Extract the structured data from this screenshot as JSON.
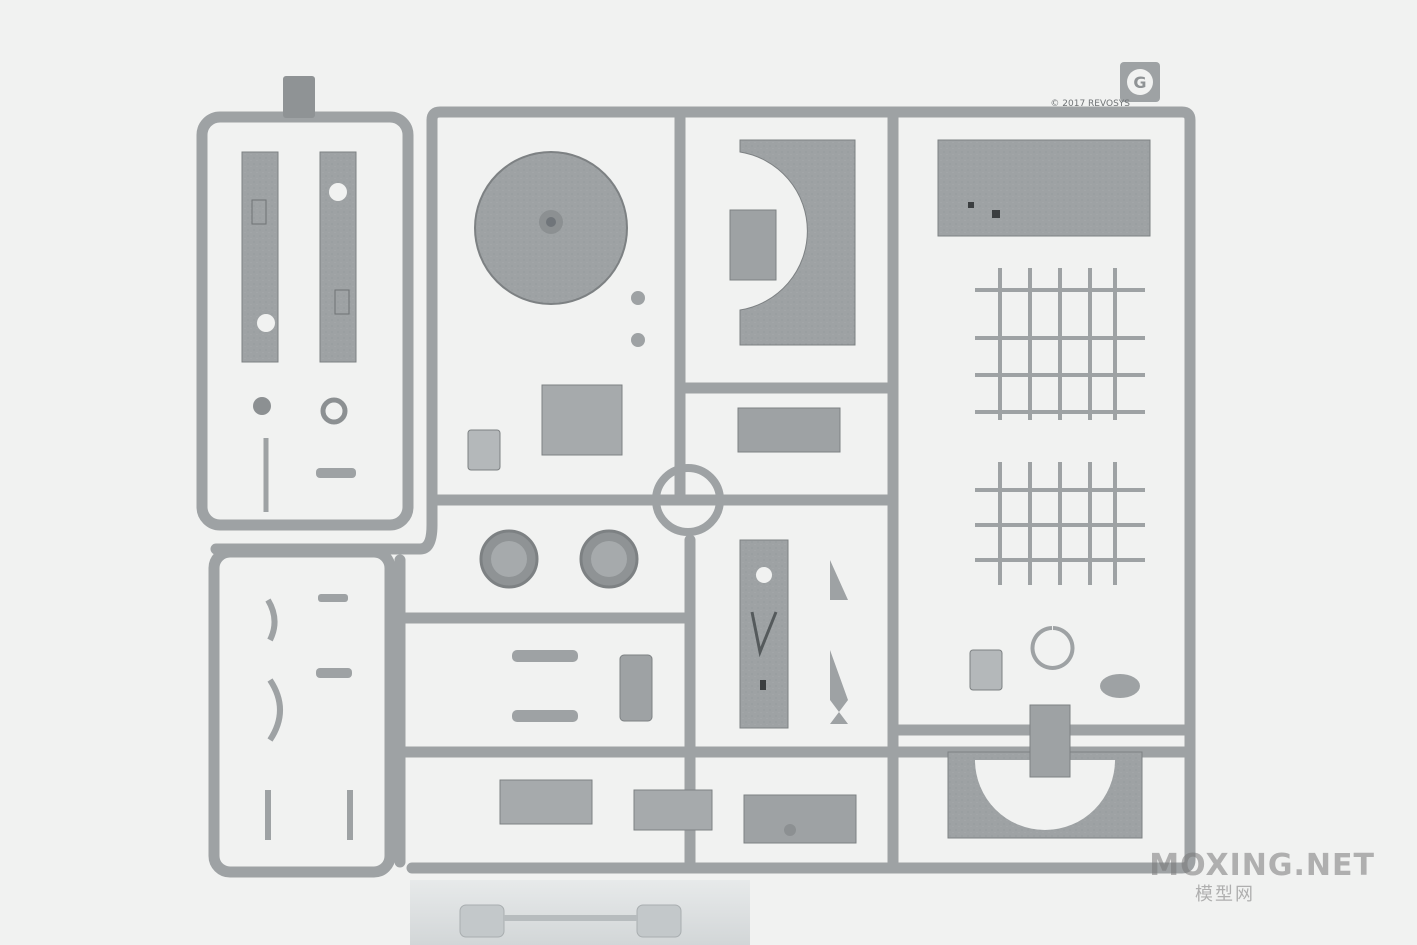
{
  "scene": {
    "subject": "plastic model kit sprue on a clear display stand",
    "colors": {
      "background": "#f1f2f1",
      "plastic": "#9ea2a4",
      "plastic_dark": "#7d8183",
      "plastic_light": "#b4b8ba",
      "stand": "#d8dcdd"
    }
  },
  "sprue": {
    "copyright_mark": "© 2017 REVOSYS",
    "sprue_letter_tag": "G"
  },
  "watermark": {
    "site": "MOXING.NET",
    "site_cn": "模型网"
  }
}
